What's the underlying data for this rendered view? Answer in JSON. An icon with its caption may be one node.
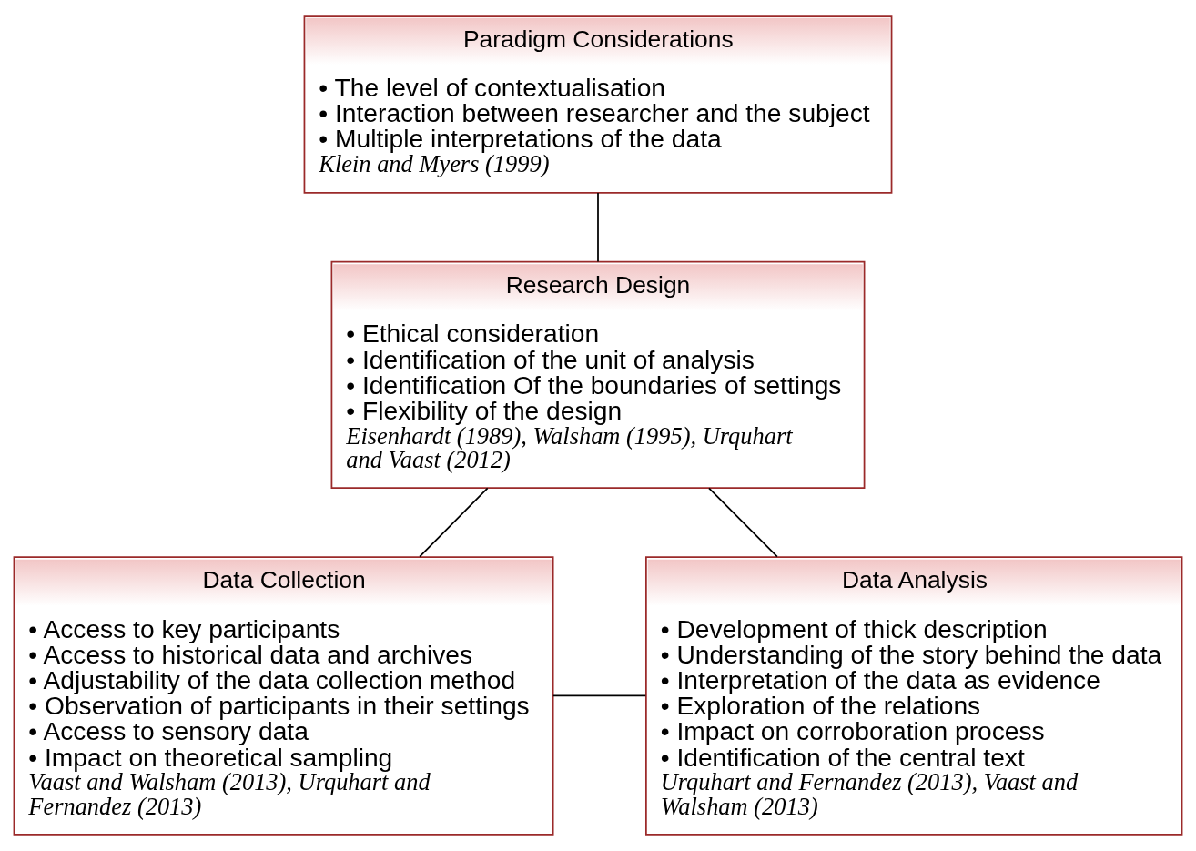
{
  "diagram": {
    "nodes": [
      {
        "text": [
          "Paradigm Considerations",
          "• The level of contextualisation",
          "• Interaction between researcher and the subject",
          "• Multiple interpretations of the data",
          "Klein and Myers (1999)"
        ]
      },
      {
        "text": [
          "Research Design",
          "• Ethical consideration",
          "• Identification of the unit of analysis",
          "• Identification Of the boundaries of settings",
          "• Flexibility of the design",
          "Eisenhardt (1989), Walsham (1995), Urquhart and Vaast (2012)"
        ]
      },
      {
        "text": [
          "Data Collection",
          "• Access to key participants",
          "• Access to historical data and archives",
          "• Adjustability of the data collection method",
          "• Observation of participants in their settings",
          "• Access to sensory data",
          "• Impact on theoretical sampling",
          "Vaast and Walsham (2013), Urquhart and Fernandez (2013)"
        ]
      },
      {
        "text": [
          "Data Analysis",
          "• Development of thick description",
          "• Understanding of the story behind the data",
          "• Interpretation of the data as evidence",
          "• Exploration of the relations",
          "• Impact on corroboration process",
          "• Identification of the central text",
          "Urquhart and Fernandez (2013), Vaast and Walsham (2013)"
        ]
      }
    ],
    "edges": [
      {
        "from": 0,
        "to": 1,
        "arrow": "none"
      },
      {
        "from": 1,
        "to": 2,
        "arrow": "none"
      },
      {
        "from": 1,
        "to": 3,
        "arrow": "none"
      },
      {
        "from": 2,
        "to": 3,
        "arrow": "none"
      }
    ]
  }
}
